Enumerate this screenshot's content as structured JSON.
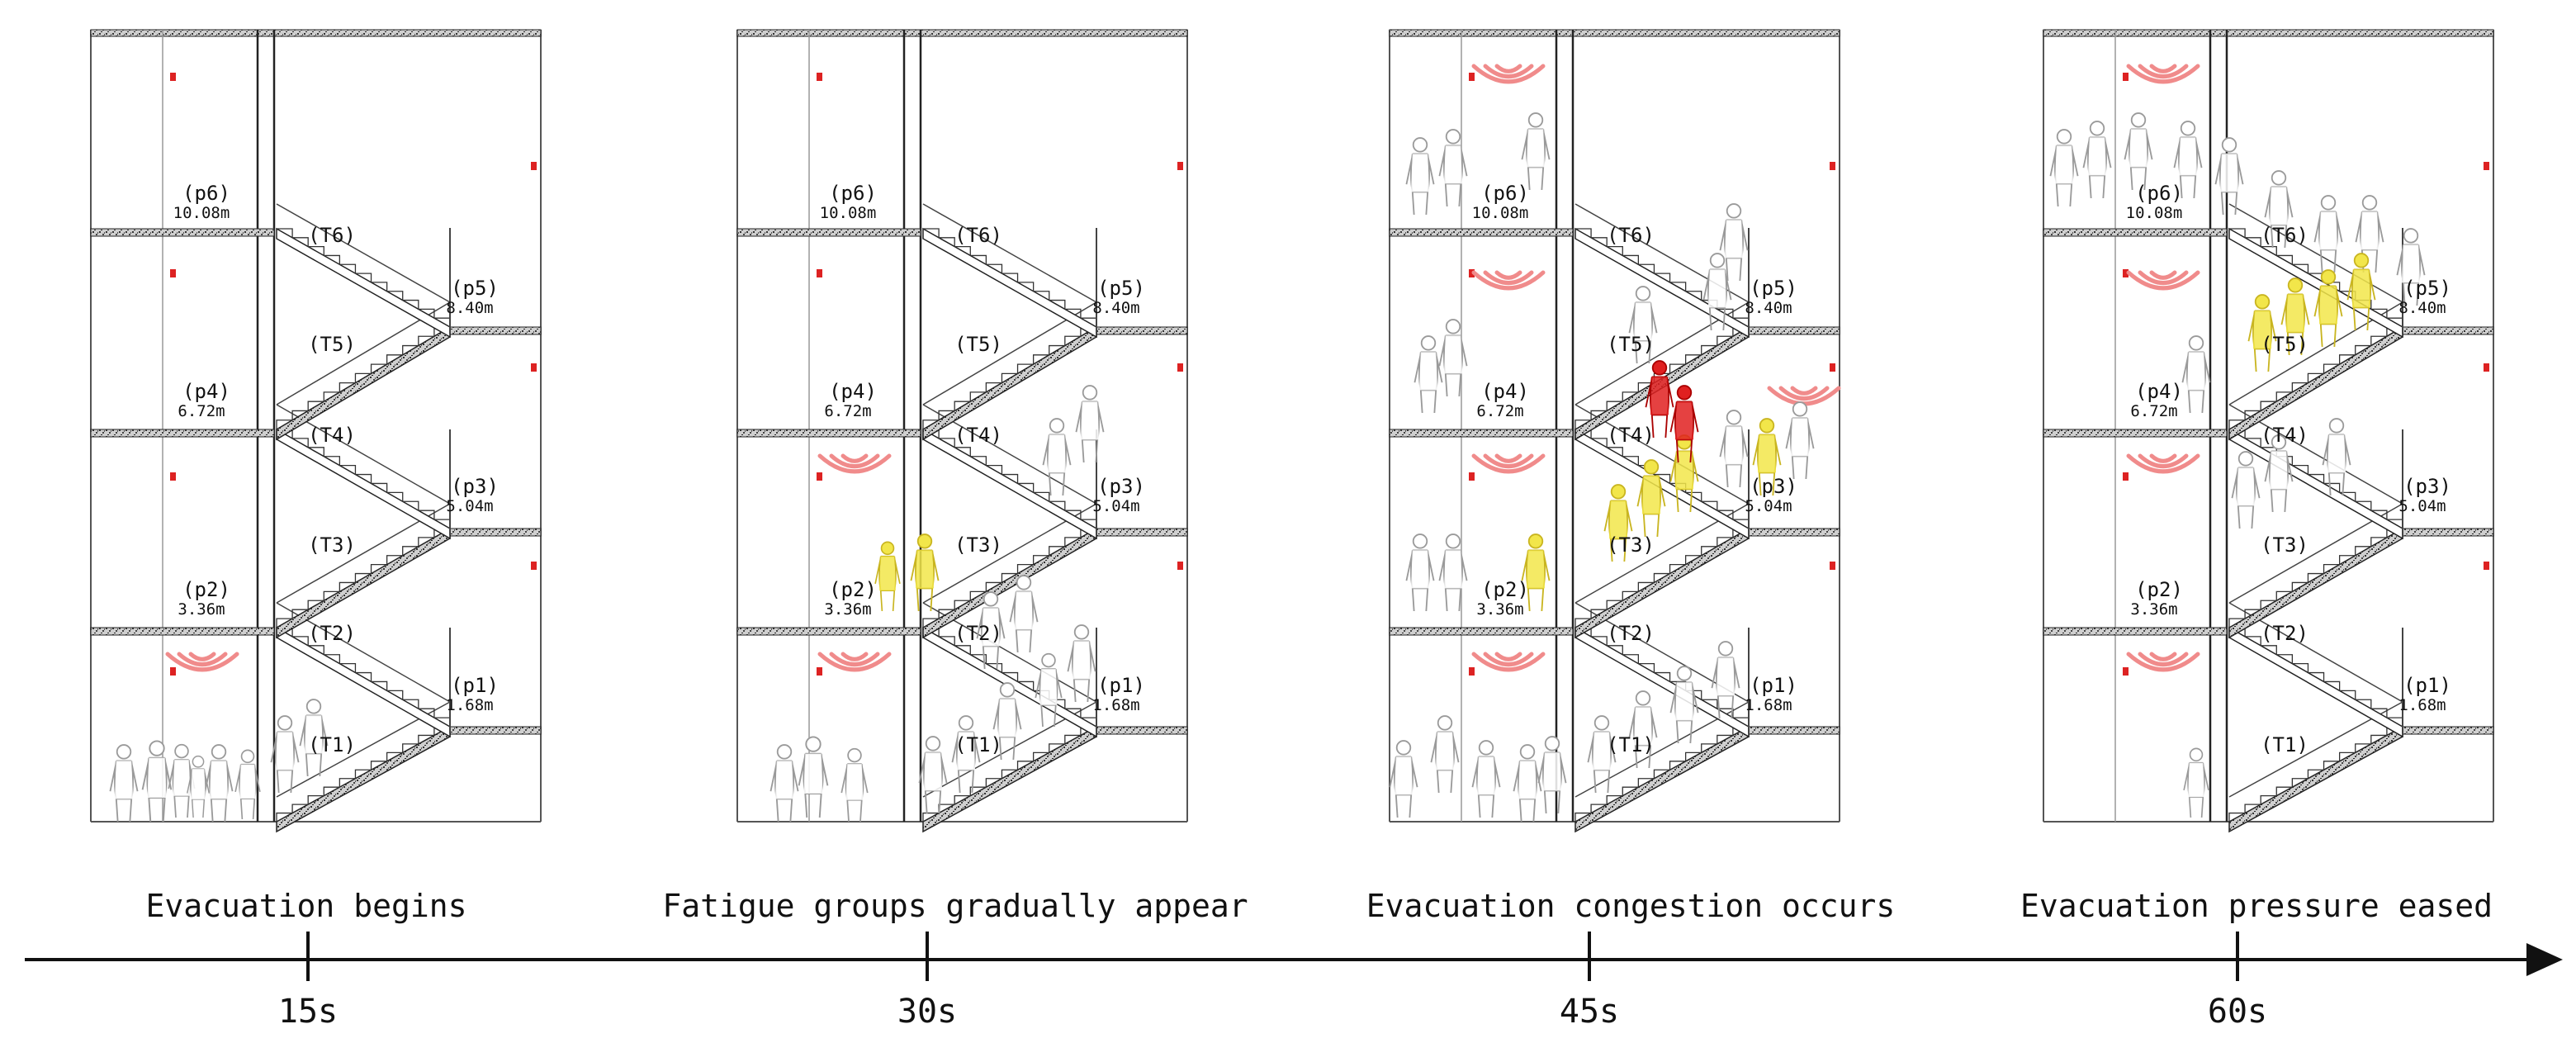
{
  "panels": [
    {
      "caption": "Evacuation begins",
      "time": "15s",
      "landings": [
        {
          "id": "(p1)",
          "height": "1.68m"
        },
        {
          "id": "(p2)",
          "height": "3.36m"
        },
        {
          "id": "(p3)",
          "height": "5.04m"
        },
        {
          "id": "(p4)",
          "height": "6.72m"
        },
        {
          "id": "(p5)",
          "height": "8.40m"
        },
        {
          "id": "(p6)",
          "height": "10.08m"
        }
      ],
      "flights": [
        "(T1)",
        "(T2)",
        "(T3)",
        "(T4)",
        "(T5)",
        "(T6)"
      ]
    },
    {
      "caption": "Fatigue groups gradually appear",
      "time": "30s",
      "landings": [
        {
          "id": "(p1)",
          "height": "1.68m"
        },
        {
          "id": "(p2)",
          "height": "3.36m"
        },
        {
          "id": "(p3)",
          "height": "5.04m"
        },
        {
          "id": "(p4)",
          "height": "6.72m"
        },
        {
          "id": "(p5)",
          "height": "8.40m"
        },
        {
          "id": "(p6)",
          "height": "10.08m"
        }
      ],
      "flights": [
        "(T1)",
        "(T2)",
        "(T3)",
        "(T4)",
        "(T5)",
        "(T6)"
      ]
    },
    {
      "caption": "Evacuation congestion occurs",
      "time": "45s",
      "landings": [
        {
          "id": "(p1)",
          "height": "1.68m"
        },
        {
          "id": "(p2)",
          "height": "3.36m"
        },
        {
          "id": "(p3)",
          "height": "5.04m"
        },
        {
          "id": "(p4)",
          "height": "6.72m"
        },
        {
          "id": "(p5)",
          "height": "8.40m"
        },
        {
          "id": "(p6)",
          "height": "10.08m"
        }
      ],
      "flights": [
        "(T1)",
        "(T2)",
        "(T3)",
        "(T4)",
        "(T5)",
        "(T6)"
      ]
    },
    {
      "caption": "Evacuation pressure eased",
      "time": "60s",
      "landings": [
        {
          "id": "(p1)",
          "height": "1.68m"
        },
        {
          "id": "(p2)",
          "height": "3.36m"
        },
        {
          "id": "(p3)",
          "height": "5.04m"
        },
        {
          "id": "(p4)",
          "height": "6.72m"
        },
        {
          "id": "(p5)",
          "height": "8.40m"
        },
        {
          "id": "(p6)",
          "height": "10.08m"
        }
      ],
      "flights": [
        "(T1)",
        "(T2)",
        "(T3)",
        "(T4)",
        "(T5)",
        "(T6)"
      ]
    }
  ],
  "colors": {
    "fatigue_group": "#f2e64a",
    "congestion": "#e02020",
    "alarm_wave": "#f08b8b",
    "pedestrian_outline": "#9a9a9a",
    "structure": "#222222"
  }
}
